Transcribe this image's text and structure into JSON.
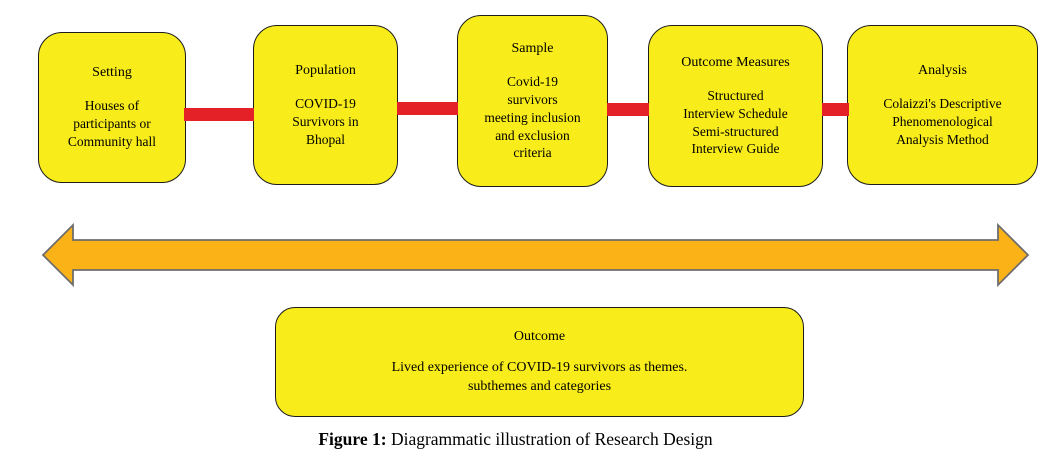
{
  "colors": {
    "box-fill": "#F8EC1B",
    "box-border": "#1C1C1C",
    "connector-red": "#E32127",
    "arrow-fill": "#FBB216",
    "arrow-border": "#6E6E6E",
    "text": "#000000"
  },
  "diagram": {
    "nodes": [
      {
        "title": "Setting",
        "body": "Houses of\nparticipants or\nCommunity hall"
      },
      {
        "title": "Population",
        "body": "COVID-19\nSurvivors in\nBhopal"
      },
      {
        "title": "Sample",
        "body": "Covid-19\nsurvivors\nmeeting inclusion\nand exclusion\ncriteria"
      },
      {
        "title": "Outcome Measures",
        "body": "Structured\nInterview Schedule\nSemi-structured\nInterview Guide"
      },
      {
        "title": "Analysis",
        "body": "Colaizzi's Descriptive\nPhenomenological\nAnalysis Method"
      }
    ],
    "outcome": {
      "title": "Outcome",
      "body": "Lived experience of COVID-19 survivors as themes.\nsubthemes and categories"
    }
  },
  "caption": {
    "label": "Figure 1:",
    "text": "Diagrammatic illustration of Research Design"
  }
}
